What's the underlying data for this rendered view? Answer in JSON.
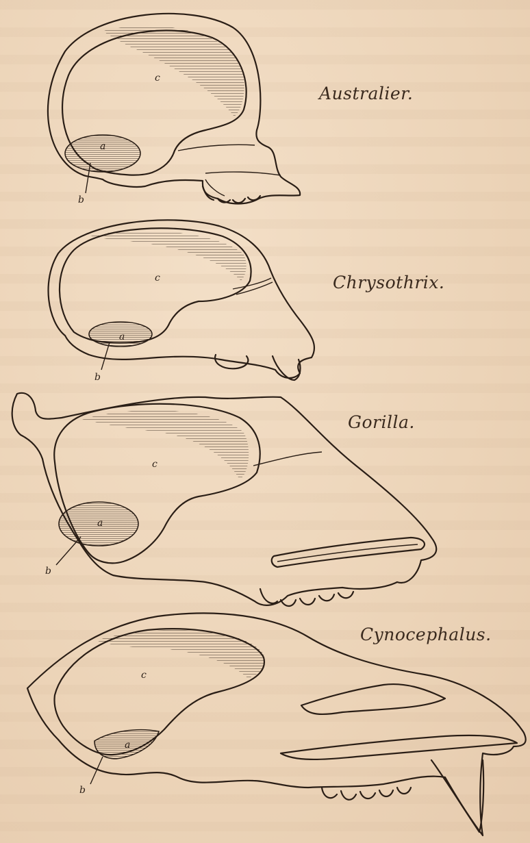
{
  "figures": [
    {
      "id": "australier",
      "label": "Australier.",
      "cavity_label": "c",
      "region_label": "b"
    },
    {
      "id": "chrysothrix",
      "label": "Chrysothrix.",
      "cavity_label": "c",
      "region_label": "b"
    },
    {
      "id": "gorilla",
      "label": "Gorilla.",
      "cavity_label": "c",
      "region_label": "b"
    },
    {
      "id": "cynocephalus",
      "label": "Cynocephalus.",
      "cavity_label": "c",
      "region_label": "b"
    }
  ],
  "colors": {
    "paper": "#efd9bf",
    "ink": "#2a1e16",
    "hatch_fill": "#8a7a70"
  }
}
